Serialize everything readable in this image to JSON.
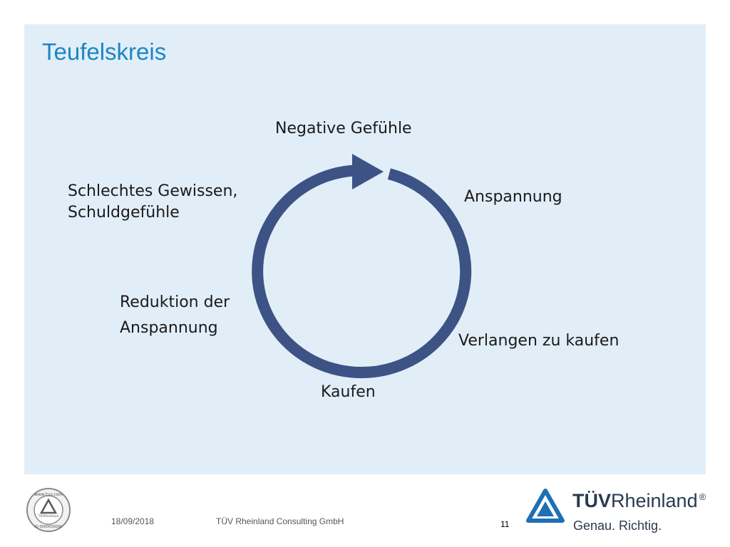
{
  "slide": {
    "title": "Teufelskreis"
  },
  "cycle": {
    "stages": [
      {
        "lines": [
          "Negative Gefühle"
        ]
      },
      {
        "lines": [
          "Anspannung"
        ]
      },
      {
        "lines": [
          "Verlangen zu kaufen"
        ]
      },
      {
        "lines": [
          "Kaufen"
        ]
      },
      {
        "lines": [
          "Reduktion der",
          "Anspannung"
        ]
      },
      {
        "lines": [
          "Schlechtes Gewissen,",
          "Schuldgefühle"
        ]
      }
    ],
    "arrow_color": "#3d5385"
  },
  "footer": {
    "date": "18/09/2018",
    "company": "TÜV Rheinland Consulting GmbH",
    "page_number": "11",
    "seal_top": "www.tuv.com",
    "seal_center": "TÜVRheinland",
    "seal_bottom": "ID 0000000000"
  },
  "logo": {
    "brand_bold": "TÜV",
    "brand_regular": "Rheinland",
    "registered": "®",
    "slogan": "Genau. Richtig."
  },
  "colors": {
    "panel_background": "#e1eef8",
    "title": "#1d86c4",
    "logo_blue": "#1f6fb5",
    "logo_text": "#2a3a52"
  }
}
